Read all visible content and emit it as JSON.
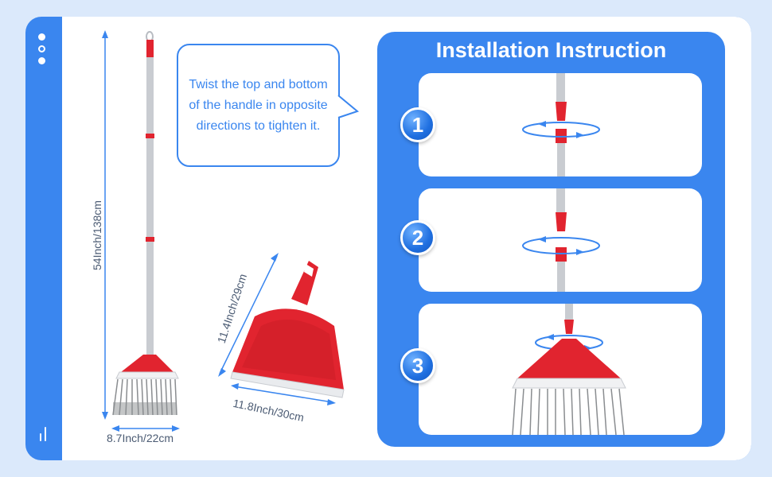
{
  "colors": {
    "accent": "#3a86ef",
    "broom_red": "#e1242f",
    "handle_gray": "#c9ccd1",
    "bristle_gray": "#8a8d90"
  },
  "side_nav": {
    "dots": [
      "filled",
      "hollow",
      "filled"
    ],
    "bars_icon": "bars-icon"
  },
  "callout": {
    "text": "Twist the top and bottom of the handle in opposite directions to tighten it."
  },
  "dimensions": {
    "broom_height": "54Inch/138cm",
    "broom_width": "8.7Inch/22cm",
    "dustpan_height": "11.4Inch/29cm",
    "dustpan_width": "11.8Inch/30cm"
  },
  "installation": {
    "title": "Installation Instruction",
    "steps": [
      {
        "number": "1"
      },
      {
        "number": "2"
      },
      {
        "number": "3"
      }
    ]
  }
}
